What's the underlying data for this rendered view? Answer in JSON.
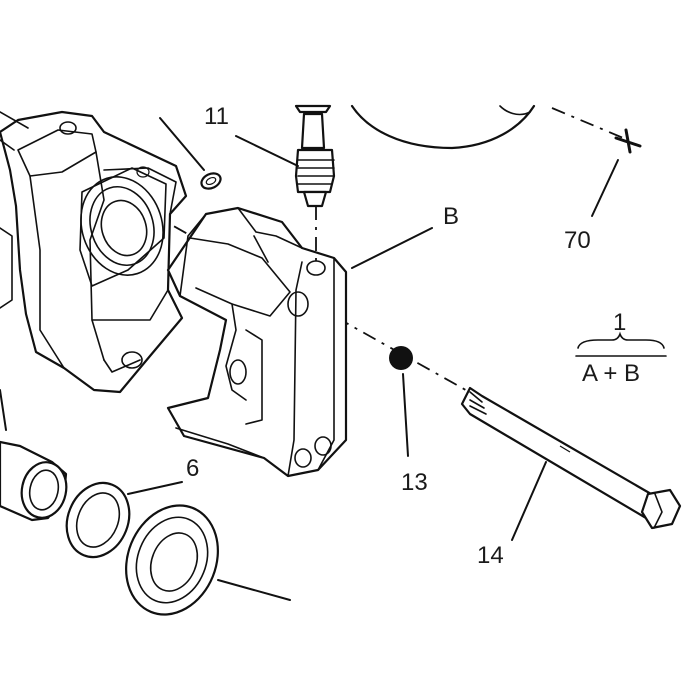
{
  "callouts": {
    "partial_top": "",
    "c11": "11",
    "cB": "B",
    "c70": "70",
    "c1": "1",
    "formula": "A + B",
    "c6": "6",
    "c13": "13",
    "c14": "14"
  },
  "colors": {
    "ink": "#111111",
    "background": "#ffffff"
  }
}
